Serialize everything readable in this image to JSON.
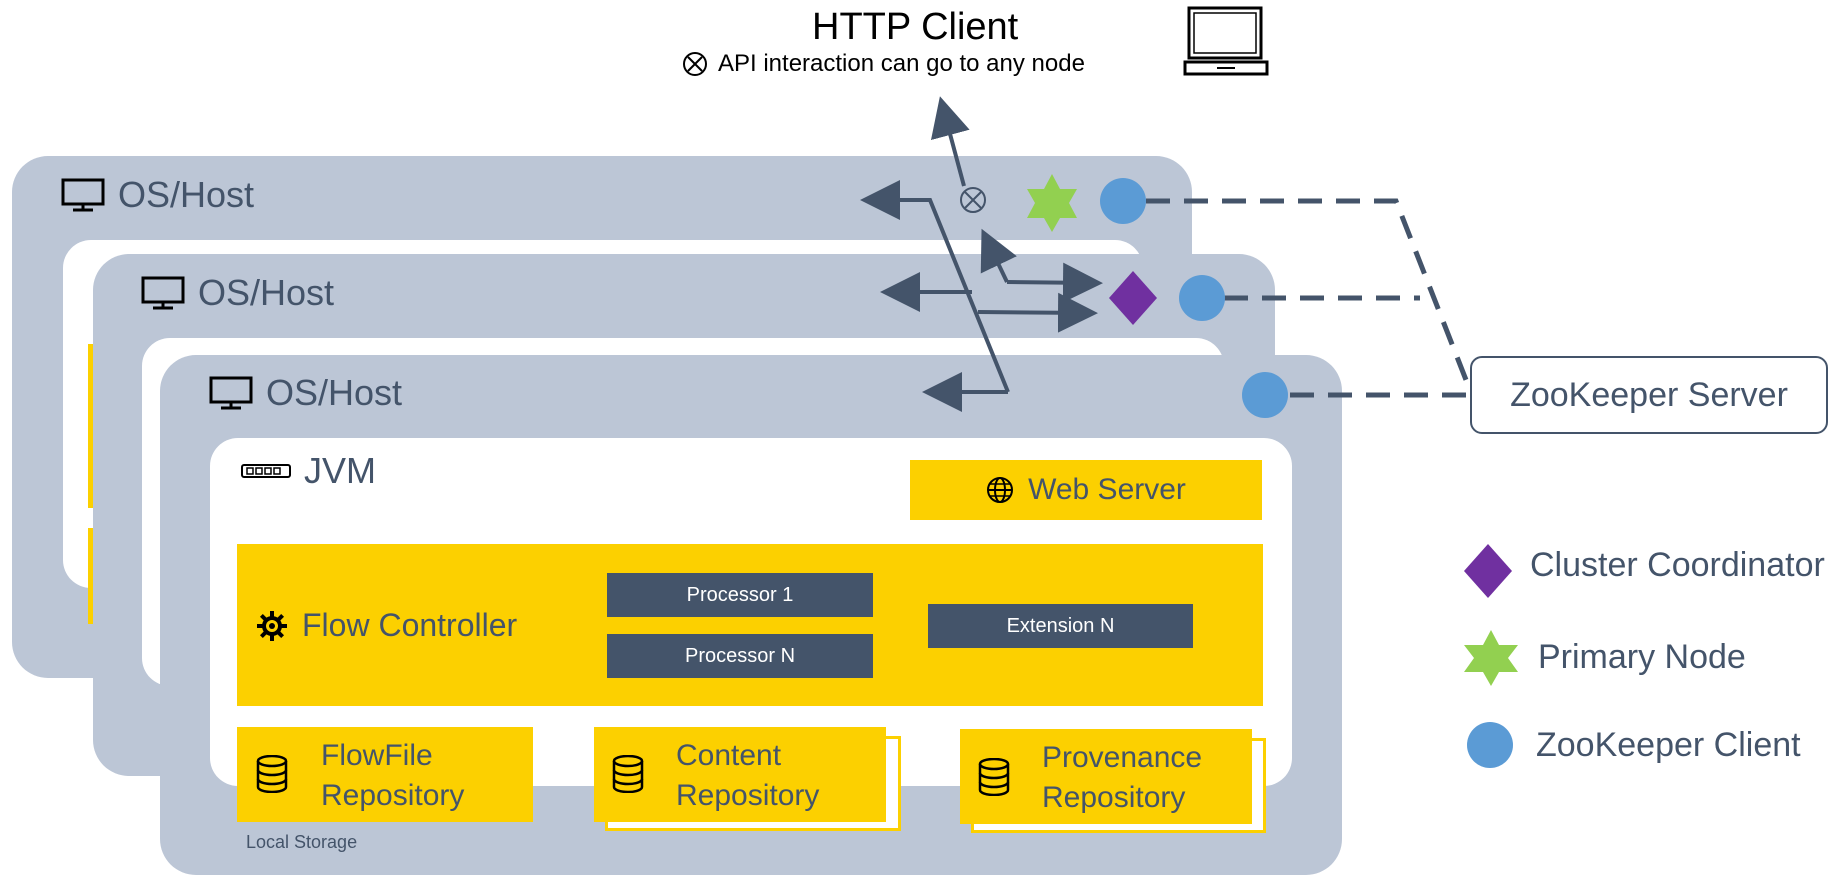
{
  "http_client": {
    "title": "HTTP Client",
    "note": "API interaction can go to any node",
    "note_icon": "circled-x-icon",
    "icon": "laptop-icon"
  },
  "hosts": [
    {
      "label": "OS/Host",
      "icon": "monitor-icon"
    },
    {
      "label": "OS/Host",
      "icon": "monitor-icon"
    },
    {
      "label": "OS/Host",
      "icon": "monitor-icon"
    }
  ],
  "jvm": {
    "label": "JVM",
    "web_server": "Web Server",
    "flow_controller": "Flow Controller",
    "processors": [
      "Processor 1",
      "Processor N"
    ],
    "extension": "Extension N"
  },
  "repositories": [
    {
      "line1": "FlowFile",
      "line2": "Repository",
      "icon": "database-icon"
    },
    {
      "line1": "Content",
      "line2": "Repository",
      "icon": "database-icon"
    },
    {
      "line1": "Provenance",
      "line2": "Repository",
      "icon": "database-icon"
    }
  ],
  "local_storage": "Local Storage",
  "zookeeper_server": "ZooKeeper Server",
  "legend": [
    {
      "label": "Cluster Coordinator",
      "shape": "purple-diamond",
      "color": "#7030a0"
    },
    {
      "label": "Primary Node",
      "shape": "green-star",
      "color": "#92d050"
    },
    {
      "label": "ZooKeeper Client",
      "shape": "blue-circle",
      "color": "#5b9bd5"
    }
  ],
  "colors": {
    "host_bg": "#bcc6d6",
    "accent_yellow": "#fcd000",
    "dark_slate": "#44546a"
  }
}
